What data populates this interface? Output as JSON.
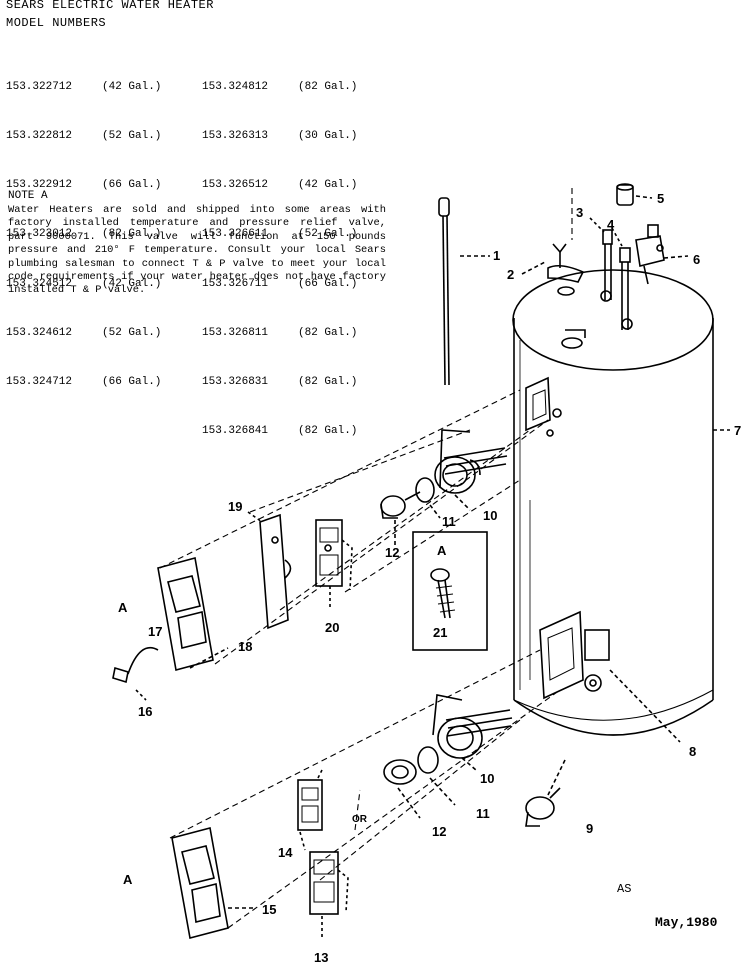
{
  "header": {
    "title": "SEARS ELECTRIC WATER HEATER",
    "subtitle": "MODEL NUMBERS"
  },
  "models_left": [
    {
      "number": "153.322712",
      "capacity": "(42 Gal.)"
    },
    {
      "number": "153.322812",
      "capacity": "(52 Gal.)"
    },
    {
      "number": "153.322912",
      "capacity": "(66 Gal.)"
    },
    {
      "number": "153.323012",
      "capacity": "(82 Gal.)"
    },
    {
      "number": "153.324512",
      "capacity": "(42 Gal.)"
    },
    {
      "number": "153.324612",
      "capacity": "(52 Gal.)"
    },
    {
      "number": "153.324712",
      "capacity": "(66 Gal.)"
    }
  ],
  "models_right": [
    {
      "number": "153.324812",
      "capacity": "(82 Gal.)"
    },
    {
      "number": "153.326313",
      "capacity": "(30 Gal.)"
    },
    {
      "number": "153.326512",
      "capacity": "(42 Gal.)"
    },
    {
      "number": "153.326611",
      "capacity": "(52 Gal.)"
    },
    {
      "number": "153.326711",
      "capacity": "(66 Gal.)"
    },
    {
      "number": "153.326811",
      "capacity": "(82 Gal.)"
    },
    {
      "number": "153.326831",
      "capacity": "(82 Gal.)"
    },
    {
      "number": "153.326841",
      "capacity": "(82 Gal.)"
    }
  ],
  "note": {
    "title": "NOTE A",
    "text": "Water Heaters are sold and shipped into some areas with factory installed temperature and pressure relief valve, part 9000071. This valve will function at 150 pounds pressure and 210° F temperature. Consult your local Sears plumbing salesman to connect T & P valve to meet your local code requirements if your water heater does not have factory installed T & P valve."
  },
  "part_labels": {
    "p1": "1",
    "p2": "2",
    "p3": "3",
    "p4": "4",
    "p5": "5",
    "p6": "6",
    "p7": "7",
    "p8": "8",
    "p9": "9",
    "p10": "10",
    "p11_upper": "11",
    "p12_upper": "12",
    "p19": "19",
    "p20": "20",
    "p21": "21",
    "p21_callout": "A",
    "p17": "17",
    "p18": "18",
    "p16": "16",
    "a_upper": "A",
    "p10_lower": "10",
    "p11_lower": "11",
    "p12_lower": "12",
    "p14": "14",
    "p13": "13",
    "p15": "15",
    "a_lower": "A",
    "or_label": "OR"
  },
  "footer": {
    "code": "AS",
    "date": "May,1980"
  }
}
